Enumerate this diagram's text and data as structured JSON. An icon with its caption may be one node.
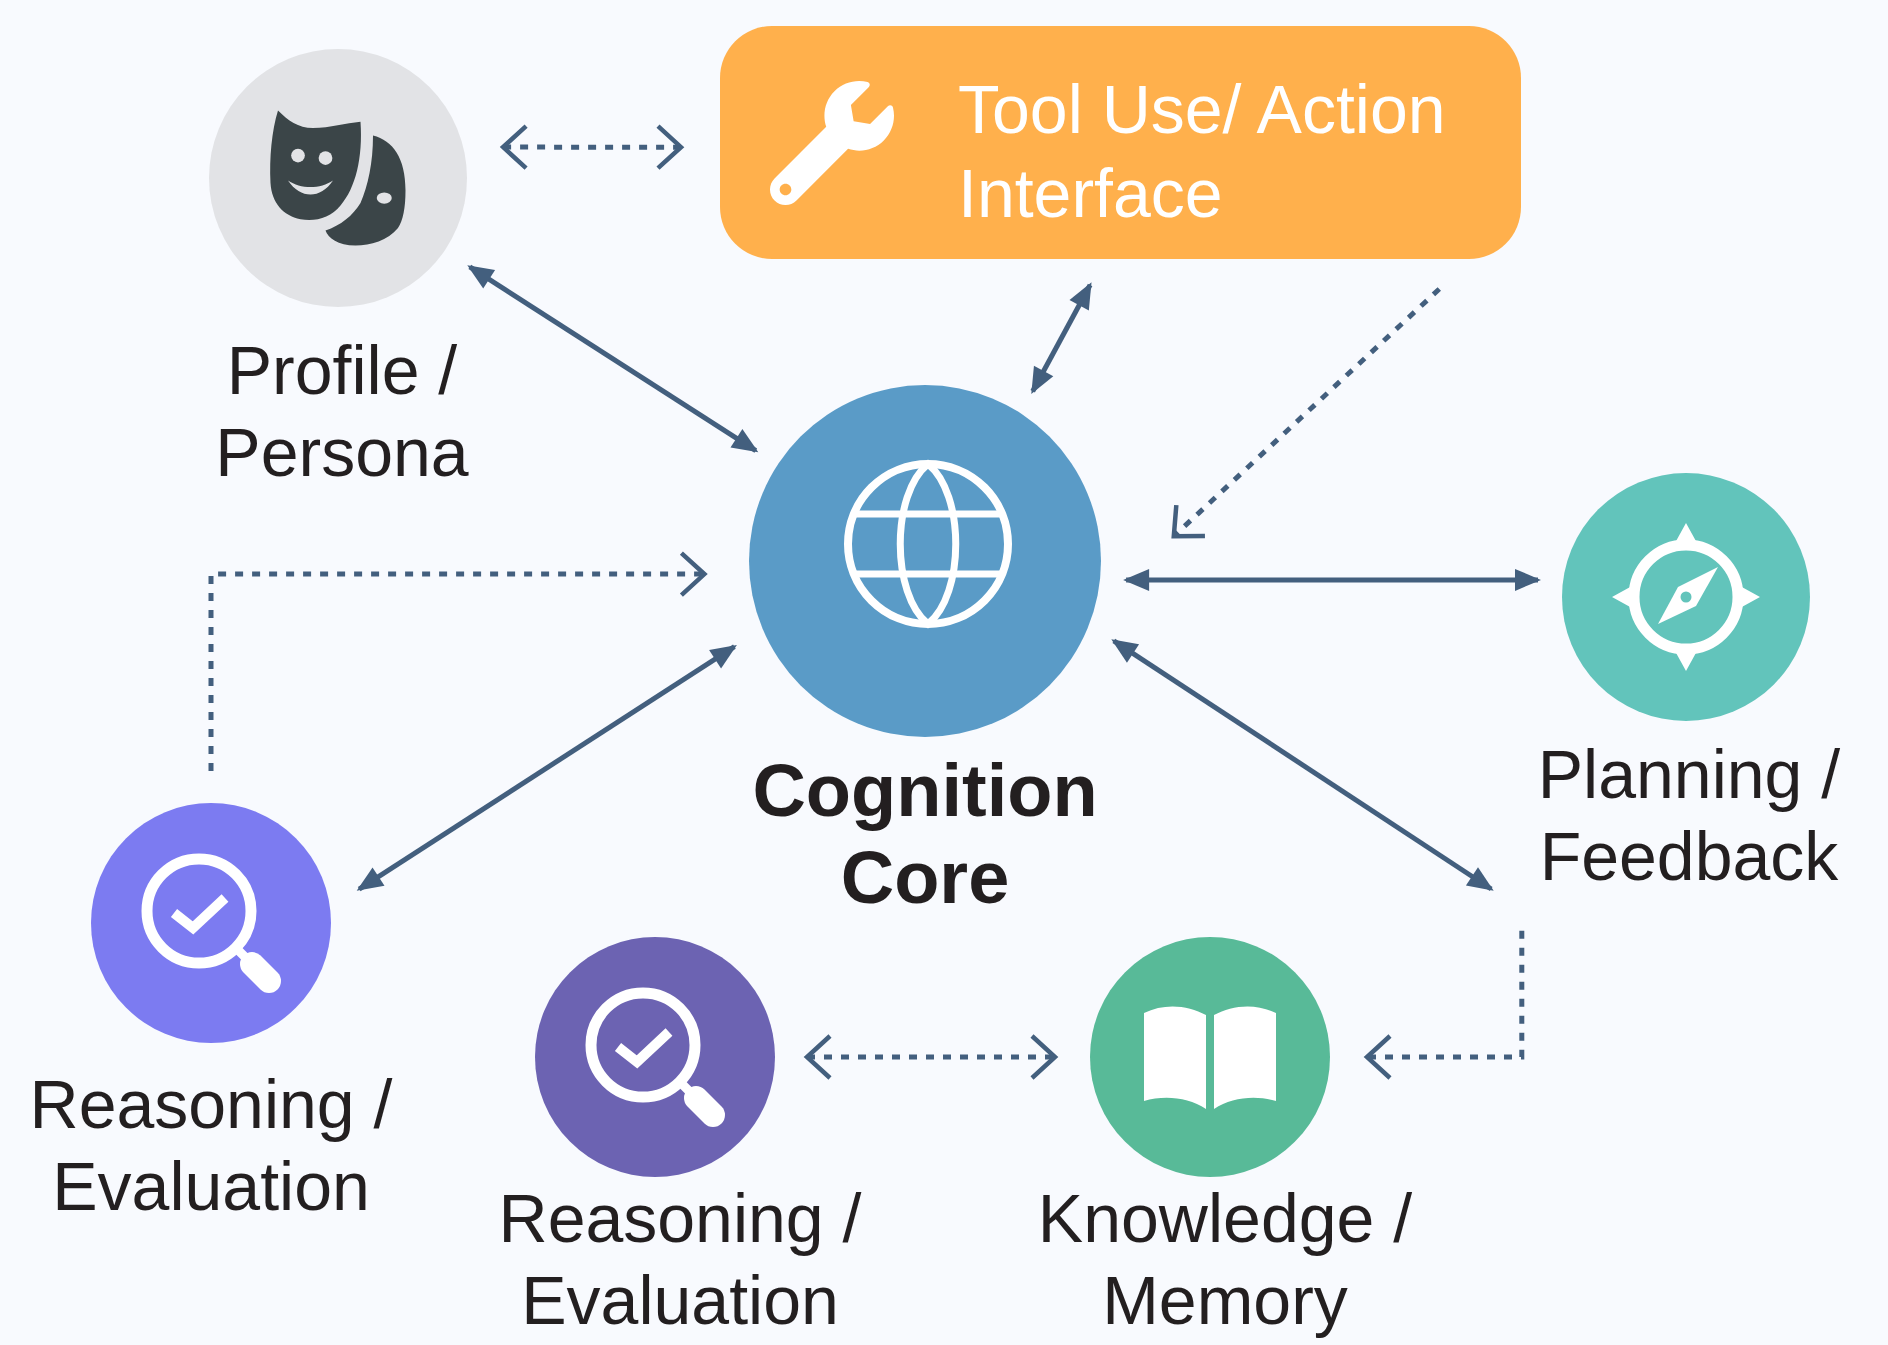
{
  "diagram": {
    "nodes": [
      {
        "text": [
          "Profile / Persona"
        ]
      },
      {
        "text": [
          "Tool Use/ Action Interface"
        ]
      },
      {
        "text": [
          "Cognition Core"
        ]
      },
      {
        "text": [
          "Planning / Feedback"
        ]
      },
      {
        "text": [
          "Reasoning / Evaluation"
        ]
      },
      {
        "text": [
          "Reasoning / Evaluation"
        ]
      },
      {
        "text": [
          "Knowledge / Memory"
        ]
      }
    ],
    "edges": [
      {
        "from": 0,
        "to": 1,
        "arrow": "both",
        "style": "dashed"
      },
      {
        "from": 0,
        "to": 2,
        "arrow": "both"
      },
      {
        "from": 1,
        "to": 2,
        "arrow": "both"
      },
      {
        "from": 1,
        "to": 2,
        "arrow": "to",
        "style": "dashed"
      },
      {
        "from": 2,
        "to": 3,
        "arrow": "both"
      },
      {
        "from": 2,
        "to": 3,
        "arrow": "both"
      },
      {
        "from": 2,
        "to": 4,
        "arrow": "both"
      },
      {
        "from": 4,
        "to": 2,
        "arrow": "to",
        "style": "dashed"
      },
      {
        "from": 5,
        "to": 6,
        "arrow": "both",
        "style": "dashed"
      },
      {
        "from": 3,
        "to": 6,
        "arrow": "to",
        "style": "dashed"
      }
    ]
  }
}
